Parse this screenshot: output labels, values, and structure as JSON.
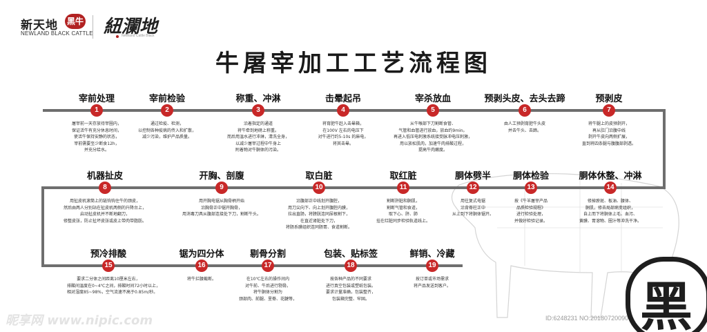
{
  "brand": {
    "cn": "新天地",
    "badge": "黑牛",
    "en": "NEWLAND BLACK CATTLE",
    "script": "紐瀾地",
    "script_sub": "Newland Cattle Black"
  },
  "title": "牛屠宰加工工艺流程图",
  "steps": [
    {
      "num": "1",
      "name": "宰前处理",
      "desc": [
        "屠宰前一天存放待宰圈内，",
        "保证活牛有充分休息时间，",
        "使活牛保持安静的状态，",
        "宰前需要至少断食12h，",
        "并充分给水。"
      ]
    },
    {
      "num": "2",
      "name": "宰前检验",
      "desc": [
        "通过检疫、检测，",
        "以控制各种疫病的传入和扩散，",
        "减少污染，维护产品质量。"
      ]
    },
    {
      "num": "3",
      "name": "称重、冲淋",
      "desc": [
        "沿着指定的通道",
        "将牛牵到地磅上称重。",
        "而后用温水进行冲淋，清洗全身，",
        "以减少屠宰过程中牛身上",
        "附着物对牛胴体的污染。"
      ]
    },
    {
      "num": "4",
      "name": "击晕起吊",
      "desc": [
        "将育肥牛赶入击晕箱，",
        "在100V 左右的电压下",
        "对牛进行约5-10s 的麻电，",
        "将其击晕。"
      ]
    },
    {
      "num": "5",
      "name": "宰杀放血",
      "desc": [
        "从牛喉部下刀割断食管、",
        "气管和血管进行放血，放血约9min。",
        "再进入低压电刺激系统接受脉冲电压刺激，",
        "用以放松肌肉，加速牛肉排酸过程，",
        "提高牛肉嫩度。"
      ]
    },
    {
      "num": "6",
      "name": "预剥头皮、去头去蹄",
      "desc": [
        "由人工预剥育肥牛头皮",
        "并去牛头、去蹄。"
      ]
    },
    {
      "num": "7",
      "name": "预剥皮",
      "desc": [
        "将牛腿上的皮预剥开，",
        "再从肛门沿腹中线",
        "剥开牛皮向两侧扩展，",
        "直到将四条腿与腹腹部剥透。"
      ]
    },
    {
      "num": "8",
      "name": "机器扯皮",
      "desc": [
        "用扯皮机滚筒上的链钩钩住牛的颈皮，",
        "然后由两人分别站在扯皮机两侧的升降台上，",
        "启动扯皮机并不断地翻刀，",
        "修整皮张，防止扯坏皮张或皮上带肉带脂肪。"
      ]
    },
    {
      "num": "9",
      "name": "开胸、剖腹",
      "desc": [
        "用开胸电锯从胸骨柄开始",
        "沿胸骨正中锯开胸骨，",
        "用消毒刀具从腹部连接处下刀，割断牛头。"
      ]
    },
    {
      "num": "10",
      "name": "取白脏",
      "desc": [
        "沿腹部正中线划开腹腔，",
        "用刀尖向下、向上划开腹腔内膜，",
        "拉出直肠，将膀胱连同尿根割下，",
        "在直近肾脏处下刀，",
        "将肠系膜组织连同肠胃、食道割断。"
      ]
    },
    {
      "num": "11",
      "name": "取红脏",
      "desc": [
        "割断肝脏和胴肌，",
        "割断气管和食道，",
        "取下心、肝、肺",
        "挂在红脏同步检验轨道线上。"
      ]
    },
    {
      "num": "12",
      "name": "胴体劈半",
      "desc": [
        "用往复式电锯",
        "沿背脊柱正中",
        "从上到下将胴体锯开。"
      ]
    },
    {
      "num": "13",
      "name": "胴体检验",
      "desc": [
        "按《牛羊屠宰产品",
        "品质检验规程》",
        "进行检验处理，",
        "并做好检验记录。"
      ]
    },
    {
      "num": "14",
      "name": "胴体休整、冲淋",
      "desc": [
        "修掉瘀斑、板油、腰体、",
        "胴肌，修去局部病变组织，",
        "自上而下将胴体上毛、血污、",
        "黄膜、胃溶物、圈汁等冲洗干净。"
      ]
    },
    {
      "num": "15",
      "name": "预冷排酸",
      "desc": [
        "要求二分体之间距离10厘米左右，",
        "排酸间温度在0~4℃之间，排酸时间72小时以上，",
        "相对湿度85~98%，空气流速不高于0.85m/秒。"
      ]
    },
    {
      "num": "16",
      "name": "锯为四分体",
      "desc": [
        "将牛拦腰截断。"
      ]
    },
    {
      "num": "17",
      "name": "剔骨分割",
      "desc": [
        "在10℃左右的操作间内",
        "对牛前、牛后进行剔骨。",
        "将牛胴体分割为",
        "颈部肉、前腿、里脊、花腱等，"
      ]
    },
    {
      "num": "18",
      "name": "包装、贴标签",
      "desc": [
        "按各种产品的不同要求",
        "进行真空包装或塑纸包装。",
        "要求计量准确，包装整齐，",
        "包装箱完整、牢固。"
      ]
    },
    {
      "num": "19",
      "name": "鲜销、冷藏",
      "desc": [
        "按订单或市场需求",
        "将产品发送到客户。"
      ]
    }
  ],
  "watermark": "昵享网 www.nipic.com",
  "image_id": "ID:6248231 NO:20180720090437703027",
  "stamp": "黑"
}
